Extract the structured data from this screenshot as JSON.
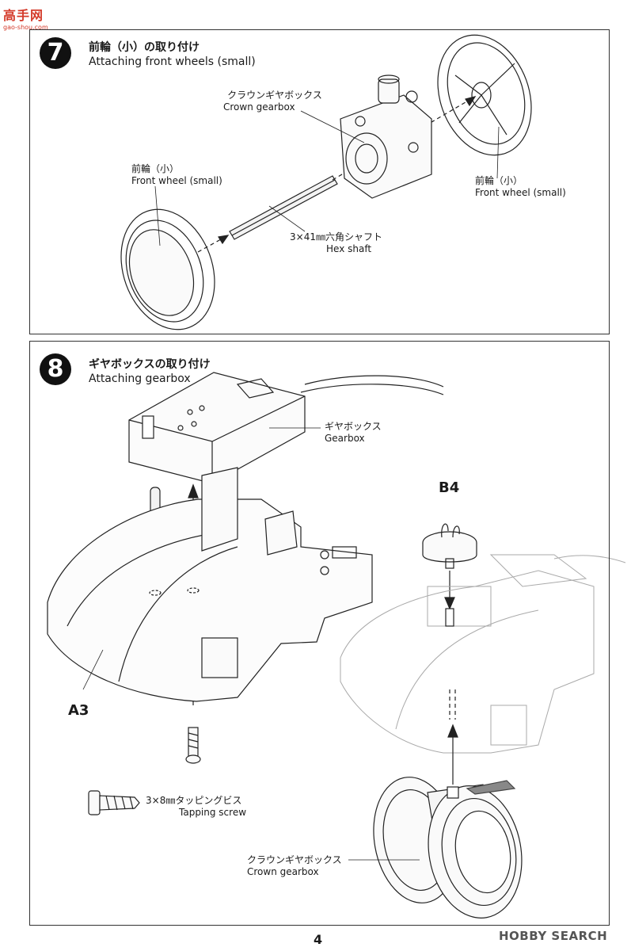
{
  "watermark_top": {
    "main": "高手网",
    "sub": "gao-shou.com"
  },
  "step7": {
    "number": "7",
    "title_jp": "前輪（小）の取り付け",
    "title_en": "Attaching front wheels (small)",
    "crown_jp": "クラウンギヤボックス",
    "crown_en": "Crown gearbox",
    "wheel_left_jp": "前輪（小）",
    "wheel_left_en": "Front wheel (small)",
    "wheel_right_jp": "前輪（小）",
    "wheel_right_en": "Front wheel (small)",
    "shaft_jp": "3×41㎜六角シャフト",
    "shaft_en": "Hex shaft"
  },
  "step8": {
    "number": "8",
    "title_jp": "ギヤボックスの取り付け",
    "title_en": "Attaching gearbox",
    "gearbox_jp": "ギヤボックス",
    "gearbox_en": "Gearbox",
    "b4": "B4",
    "a3": "A3",
    "screw_jp": "3×8㎜タッピングビス",
    "screw_en": "Tapping screw",
    "crown_jp": "クラウンギヤボックス",
    "crown_en": "Crown gearbox"
  },
  "page_number": "4",
  "watermark_bottom": "HOBBY SEARCH"
}
